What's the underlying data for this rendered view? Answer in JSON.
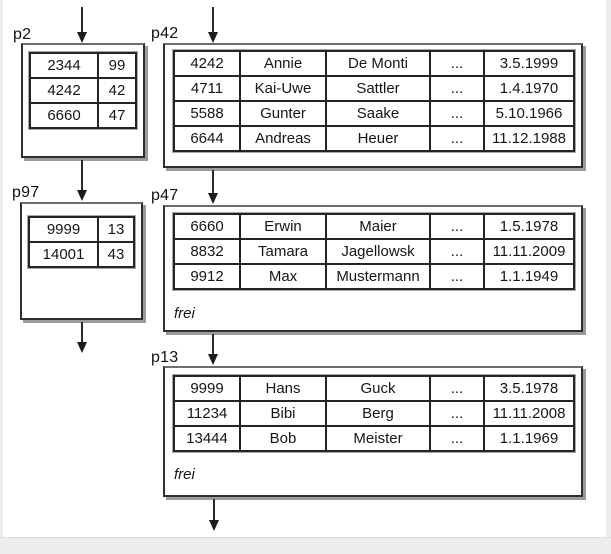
{
  "diagram_title": "index file pages with index and data records",
  "colors": {
    "ink": "#1c1c1c",
    "frame_border": "#2e2e2e",
    "frame_shadow": "#9b9b9b",
    "table_halo": "#a8a8a8",
    "margin_gray": "#ededed",
    "page_bg": "#ffffff"
  },
  "icons": {
    "arrow_down_icon": "solid black downward triangle on thin vertical shaft"
  },
  "pages": {
    "p2": {
      "label": "p2",
      "kind": "index page",
      "rows": [
        [
          "2344",
          "99"
        ],
        [
          "4242",
          "42"
        ],
        [
          "6660",
          "47"
        ]
      ]
    },
    "p97": {
      "label": "p97",
      "kind": "index page",
      "rows": [
        [
          "9999",
          "13"
        ],
        [
          "14001",
          "43"
        ]
      ]
    },
    "p42": {
      "label": "p42",
      "kind": "data page",
      "rows": [
        [
          "4242",
          "Annie",
          "De Monti",
          "...",
          "3.5.1999"
        ],
        [
          "4711",
          "Kai-Uwe",
          "Sattler",
          "...",
          "1.4.1970"
        ],
        [
          "5588",
          "Gunter",
          "Saake",
          "...",
          "5.10.1966"
        ],
        [
          "6644",
          "Andreas",
          "Heuer",
          "...",
          "11.12.1988"
        ]
      ]
    },
    "p47": {
      "label": "p47",
      "kind": "data page",
      "rows": [
        [
          "6660",
          "Erwin",
          "Maier",
          "...",
          "1.5.1978"
        ],
        [
          "8832",
          "Tamara",
          "Jagellowsk",
          "...",
          "11.11.2009"
        ],
        [
          "9912",
          "Max",
          "Mustermann",
          "...",
          "1.1.1949"
        ]
      ],
      "free_label": "frei"
    },
    "p13": {
      "label": "p13",
      "kind": "data page",
      "rows": [
        [
          "9999",
          "Hans",
          "Guck",
          "...",
          "3.5.1978"
        ],
        [
          "11234",
          "Bibi",
          "Berg",
          "...",
          "11.11.2008"
        ],
        [
          "13444",
          "Bob",
          "Meister",
          "...",
          "1.1.1969"
        ]
      ],
      "free_label": "frei"
    }
  },
  "connectors": [
    {
      "from": "top",
      "to": "p2"
    },
    {
      "from": "top",
      "to": "p42"
    },
    {
      "from": "p2",
      "to": "p97"
    },
    {
      "from": "p42",
      "to": "p47"
    },
    {
      "from": "p97",
      "to": "next"
    },
    {
      "from": "p47",
      "to": "p13"
    },
    {
      "from": "p13",
      "to": "next"
    }
  ]
}
